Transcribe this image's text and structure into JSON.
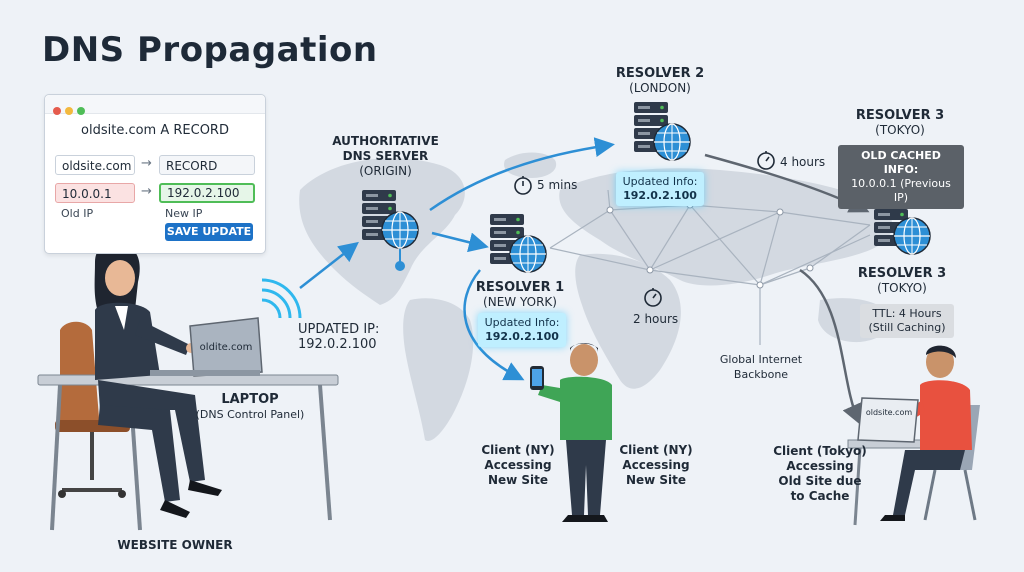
{
  "title": "DNS Propagation",
  "panel": {
    "heading": "oldsite.com A RECORD",
    "domain_field": "oldsite.com",
    "record_field": "RECORD",
    "old_value": "10.0.0.1",
    "new_value": "192.0.2.100",
    "old_label": "Old IP",
    "new_label": "New IP",
    "save_button": "SAVE UPDATE"
  },
  "laptop": {
    "screen_text": "oldite.com",
    "label": "LAPTOP",
    "sublabel": "(DNS Control Panel)"
  },
  "owner_label": "WEBSITE OWNER",
  "update": {
    "label": "UPDATED IP:",
    "value": "192.0.2.100"
  },
  "authoritative": {
    "line1": "AUTHORITATIVE",
    "line2": "DNS SERVER",
    "line3": "(ORIGIN)"
  },
  "resolver1": {
    "name": "RESOLVER 1",
    "location": "(NEW YORK)",
    "info_label": "Updated Info:",
    "info_value": "192.0.2.100"
  },
  "resolver2": {
    "name": "RESOLVER 2",
    "location": "(LONDON)",
    "info_label": "Updated Info:",
    "info_value": "192.0.2.100"
  },
  "resolver3_top": {
    "name": "RESOLVER 3",
    "location": "(TOKYO)",
    "cache_label": "OLD CACHED INFO:",
    "cache_value": "10.0.0.1 (Previous IP)"
  },
  "resolver3_bottom": {
    "name": "RESOLVER 3",
    "location": "(TOKYO)",
    "ttl_line1": "TTL: 4 Hours",
    "ttl_line2": "(Still Caching)"
  },
  "timers": {
    "t1": "5 mins",
    "t2": "4 hours",
    "t3": "2 hours"
  },
  "backbone": {
    "line1": "Global Internet",
    "line2": "Backbone"
  },
  "client_ny_a": {
    "line1": "Client (NY)",
    "line2": "Accessing",
    "line3": "New Site"
  },
  "client_ny_b": {
    "line1": "Client (NY)",
    "line2": "Accessing",
    "line3": "New Site"
  },
  "client_tokyo": {
    "line1": "Client (Tokyo)",
    "line2": "Accessing",
    "line3": "Old Site due",
    "line4": "to Cache",
    "screen_text": "oldsite.com"
  },
  "colors": {
    "arrow": "#2d8fd5",
    "arrow_gray": "#5e6670",
    "map": "#d3d9e1",
    "accent": "#1d72c7",
    "highlight": "#bfefff"
  }
}
